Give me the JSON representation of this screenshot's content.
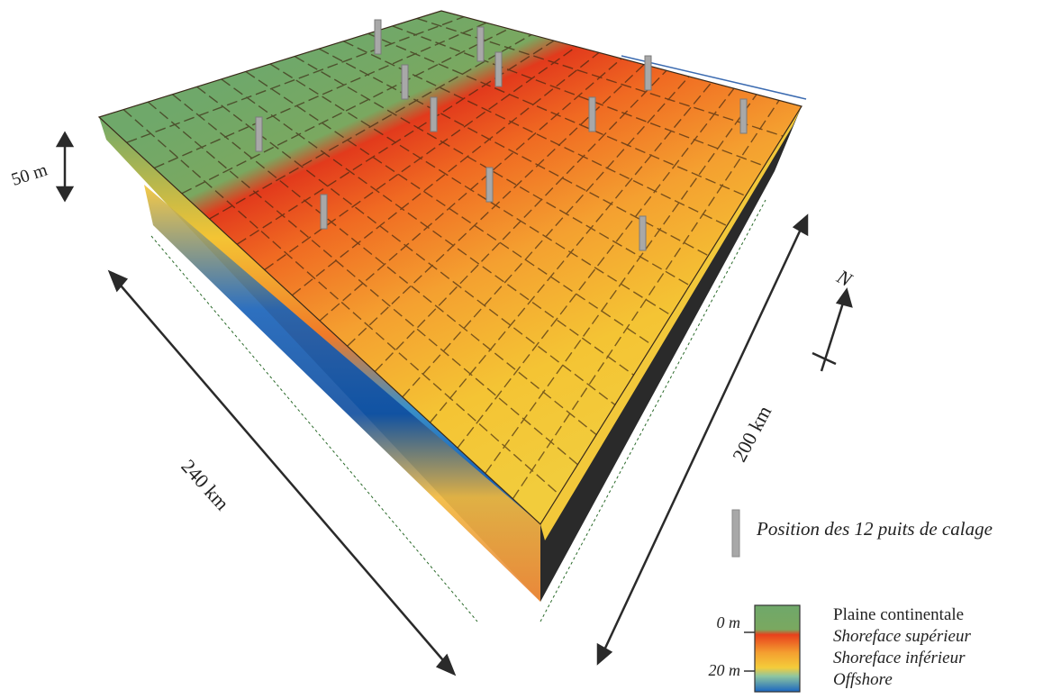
{
  "dimensions": {
    "length_label": "240 km",
    "width_label": "200 km",
    "thickness_label": "50 m",
    "north_label": "N"
  },
  "wells_legend": {
    "label": "Position des 12 puits de calage",
    "well_count": 12
  },
  "facies_legend": {
    "depth_ticks": [
      "0 m",
      "20 m"
    ],
    "items": [
      {
        "label": "Plaine continentale",
        "italic": false,
        "color": "#6fa86a"
      },
      {
        "label": "Shoreface supérieur",
        "italic": true,
        "color": "#f06a1a"
      },
      {
        "label": "Shoreface inférieur",
        "italic": true,
        "color": "#f2c83a"
      },
      {
        "label": "Offshore",
        "italic": true,
        "color": "#1f6fc2"
      }
    ]
  },
  "colors": {
    "continental": "#6fa86a",
    "upper_shoreface_red": "#e63a1e",
    "upper_shoreface_orange": "#f08a28",
    "lower_shoreface": "#f4cc3a",
    "offshore": "#1660b8",
    "well": "#a8a8a8"
  }
}
